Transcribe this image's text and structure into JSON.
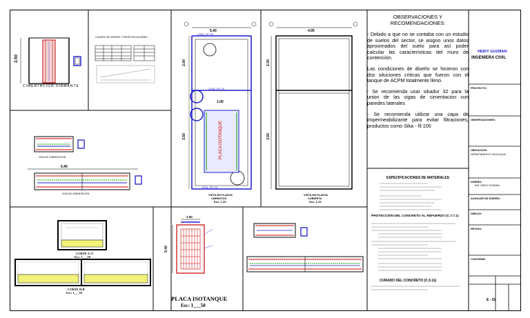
{
  "drawing": {
    "footing_label": "CIMENTACION DIAMANTE",
    "schedule_title": "CUADRO DE DISEÑO Y ESPECIFICACIONES",
    "beam_section_1": "VIGA DE CIMENTACION",
    "beam_section_2": "VIGA DE CIMENTACION",
    "plan1_title": "VISTA EN PLANTA",
    "plan1_subtitle": "CIMIENTOS",
    "plan1_scale": "Esc: 1-25",
    "plan2_title": "VISTA EN PLANTA",
    "plan2_subtitle": "CUBIERTA",
    "plan2_scale": "Esc: 1-25",
    "isotank_label": "PLACA ISOTANQUE",
    "slab_title": "PLACA ISOTANQUE",
    "slab_scale": "Esc: 1___50",
    "section_aa": "CORTE A-A'",
    "section_aa_scale": "Esc: 1___50",
    "section_bb": "CORTE B-B'",
    "section_bb_scale": "Esc: 1___50",
    "dim_540": "5.40",
    "dim_495": "4.95",
    "dim_250": "2.50",
    "dim_200": "2.00",
    "dim_350": "3.50",
    "dim_100": "1.00",
    "viga_label": "VIGA .20*.20"
  },
  "observaciones": {
    "title": "OBSERVACIONES Y RECOMENDACIONES:",
    "items": [
      "- Debido a que no se contaba con un estudio de suelos del sector, se asigno unos datos aproximados del suelo para así poder calcular las características del muro de contención.",
      "Las condiciones de diseño se hicieron con dos situciones criticas que fueron con el tanque de ACPM totalmente lleno.",
      "- Se recomienda usar sikadur 32 para la union de las vigas de cimentacion con paredes laterales",
      "- Se recomienda utilizar una capa de impermeabilizante para evitar filtraciones, productos como Sika - fil 100"
    ]
  },
  "especificaciones": {
    "title": "ESPECIFICACIONES DE MATERIALES",
    "proteccion_title": "PROTECCIÓN DEL CONCRETO AL REFUERZO (C.7.7.1)",
    "curado_title": "CURADO DEL CONCRETO (C.5.11)"
  },
  "title_block": {
    "author": "HEIDY GUZMAN",
    "profession": "INGENIERA CIVIL",
    "proyecto_label": "PROYECTO:",
    "observaciones_label": "OBSERVACIONES:",
    "ubicacion_label": "UBICACION:",
    "ubicacion_value": "DEPARTAMENTO: ANTIOQUIA",
    "diseno_label": "DISEÑO:",
    "diseno_value": "ING. HEIDY GUZMAN",
    "auxiliar_label": "AUXILIAR DE DISEÑO:",
    "dibujo_label": "DIBUJO:",
    "reviso_label": "REVISO:",
    "contiene_label": "CONTIENE:",
    "sheet_number": "E - 01"
  },
  "colors": {
    "line": "#000000",
    "rebar": "#cc0000",
    "stirrup": "#2a2ad8",
    "accent_blue": "#1a1acc",
    "fill_yellow": "#f2f27a",
    "fill_green": "#00a000"
  }
}
